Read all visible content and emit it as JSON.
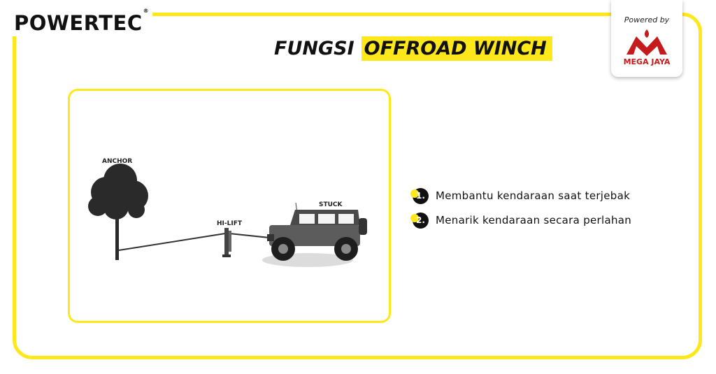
{
  "brand": {
    "name": "POWERTEC",
    "reg_mark": "®"
  },
  "title": {
    "prefix": "FUNGSI",
    "highlight": "OFFROAD WINCH"
  },
  "badge": {
    "powered_by": "Powered by",
    "company": "MEGA JAYA"
  },
  "diagram": {
    "labels": {
      "anchor": "ANCHOR",
      "hi_lift": "HI-LIFT",
      "stuck": "STUCK"
    }
  },
  "functions": [
    {
      "number": "1.",
      "text": "Membantu kendaraan saat terjebak"
    },
    {
      "number": "2.",
      "text": "Menarik kendaraan secara perlahan"
    }
  ],
  "colors": {
    "accent": "#ffe81a",
    "text": "#111111",
    "brand_red": "#c41c1c"
  }
}
